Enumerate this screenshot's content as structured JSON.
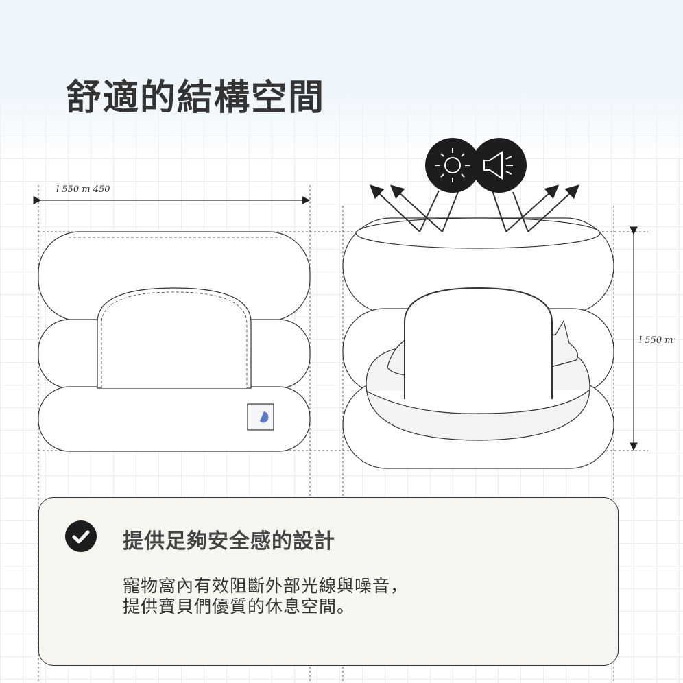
{
  "title": "舒適的結構空間",
  "dimensions": {
    "width_label": "l 550 m 450",
    "height_label": "l 550 m"
  },
  "icons": [
    "sun-icon",
    "speaker-icon",
    "check-circle-icon"
  ],
  "feature": {
    "title": "提供足夠安全感的設計",
    "body_lines": [
      "寵物窩內有效阻斷外部光線與噪音，",
      "提供寶貝們優質的休息空間。"
    ]
  },
  "colors": {
    "card_bg": "#f6f5ef",
    "top_bg": "#eef6fb",
    "ink": "#333333"
  }
}
